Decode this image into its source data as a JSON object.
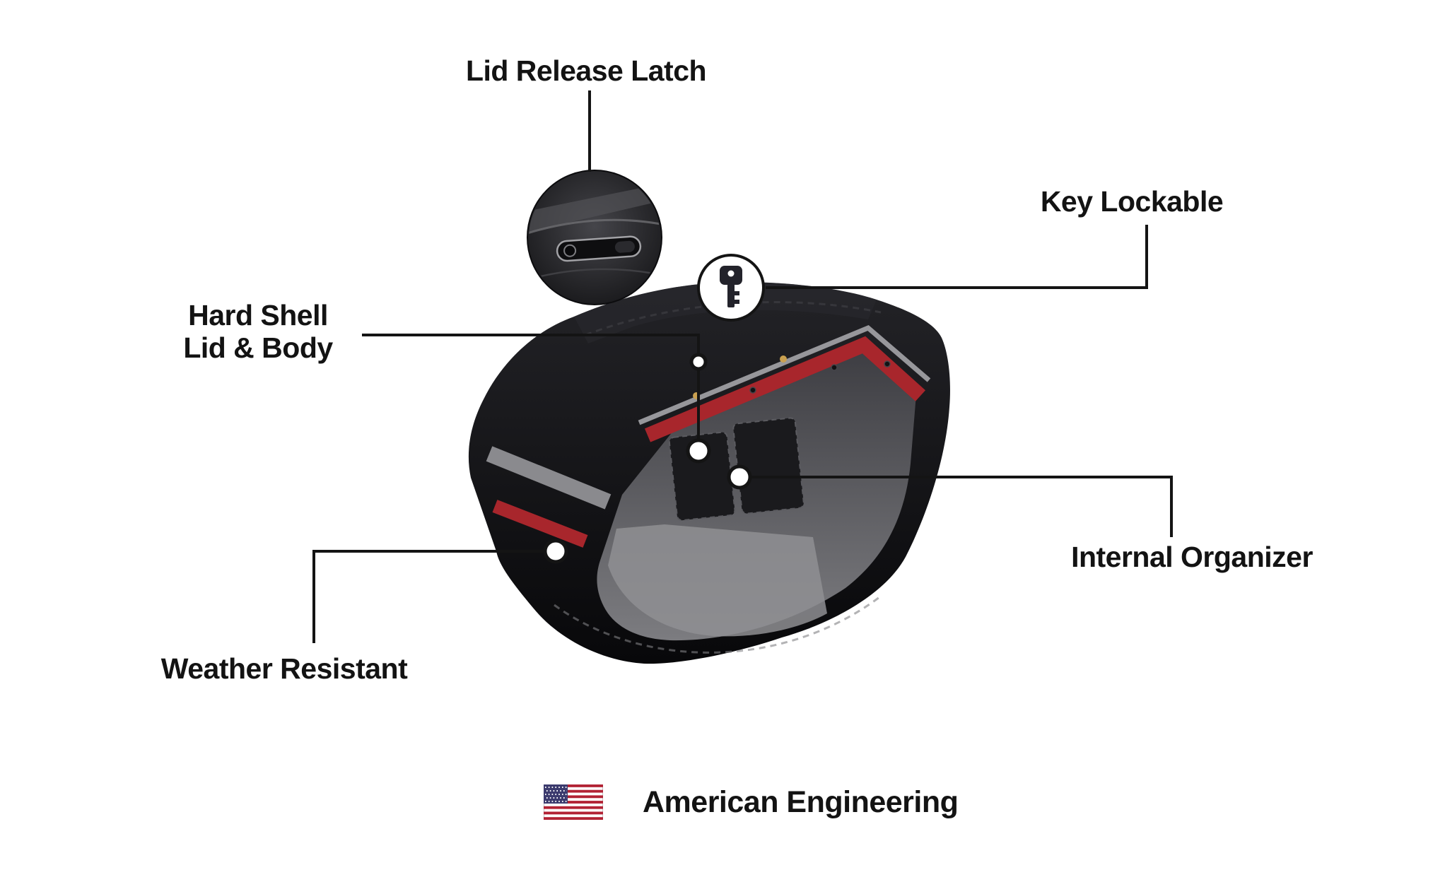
{
  "diagram": {
    "callouts": {
      "lid_release_latch": "Lid Release Latch",
      "key_lockable": "Key Lockable",
      "hard_shell_line1": "Hard Shell",
      "hard_shell_line2": "Lid & Body",
      "internal_organizer": "Internal Organizer",
      "weather_resistant": "Weather Resistant"
    },
    "footer": {
      "american_engineering": "American Engineering"
    },
    "colors": {
      "label_text": "#131313",
      "bag_black": "#0E0E10",
      "accent_red": "#A8262C",
      "trim_silver": "#97979B",
      "interior_gray": "#7C7C80",
      "flag_red": "#B22234",
      "flag_blue": "#3C3B6E"
    },
    "icons": {
      "latch_inset": "lid-latch-inset",
      "key": "key-icon",
      "flag": "us-flag-icon",
      "anchors": "callout-dot"
    }
  }
}
